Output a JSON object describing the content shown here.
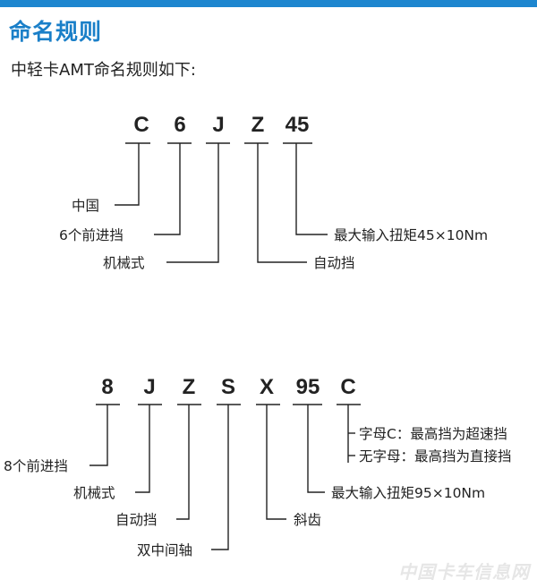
{
  "header": {
    "title": "命名规则",
    "subtitle": "中轻卡AMT命名规则如下:"
  },
  "diagram1": {
    "codes": [
      "C",
      "6",
      "J",
      "Z",
      "45"
    ],
    "labels": {
      "china": "中国",
      "gears": "6个前进挡",
      "mechanical": "机械式",
      "automatic": "自动挡",
      "torque": "最大输入扭矩45×10Nm"
    }
  },
  "diagram2": {
    "codes": [
      "8",
      "J",
      "Z",
      "S",
      "X",
      "95",
      "C"
    ],
    "labels": {
      "gears": "8个前进挡",
      "mechanical": "机械式",
      "automatic": "自动挡",
      "countershaft": "双中间轴",
      "helical": "斜齿",
      "torque": "最大输入扭矩95×10Nm",
      "letter_c": "字母C：最高挡为超速挡",
      "no_letter": "无字母：最高挡为直接挡"
    }
  },
  "watermark": "中国卡车信息网",
  "colors": {
    "accent": "#1d86cf",
    "title": "#1a7fc8",
    "text": "#222222"
  }
}
